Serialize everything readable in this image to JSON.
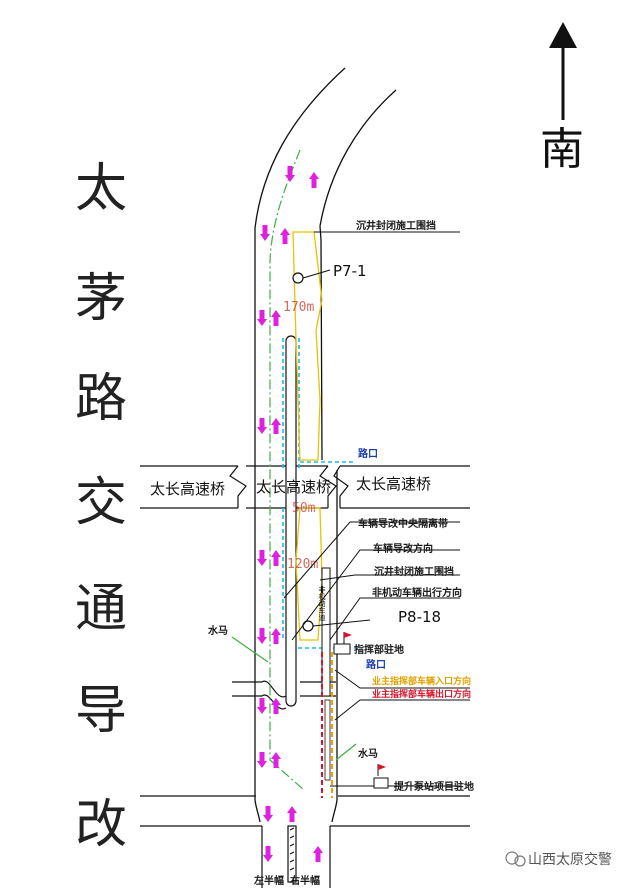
{
  "title": "太茅路交通导改",
  "direction": "南",
  "labels": {
    "shaft_fence_1": "沉井封闭施工围挡",
    "pier_1": "P7-1",
    "dist_170": "170m",
    "crossing_1": "路口",
    "bridge": "太长高速桥",
    "dist_50": "50m",
    "median": "车辆导改中央隔离带",
    "reroute_dir": "车辆导改方向",
    "shaft_fence_2": "沉井封闭施工围挡",
    "nonmotor": "非机动车辆出行方向",
    "dist_120": "120m",
    "pier_2": "P8-18",
    "water_horse_1": "水马",
    "command": "指挥部驻地",
    "crossing_2": "路口",
    "owner_entry": "业主指挥部车辆入口方向",
    "owner_exit": "业主指挥部车辆出口方向",
    "water_horse_2": "水马",
    "pump_station": "提升泵站项目驻地",
    "left_half": "左半幅",
    "right_half": "右半幅",
    "lane_text": "非机动车道",
    "watermark": "山西太原交警"
  },
  "colors": {
    "road": "#111111",
    "arrow": "#e020e0",
    "green": "#3cb043",
    "cyan": "#20b8e8",
    "yellow": "#e8c300",
    "orange": "#f0a000",
    "red": "#d9142c",
    "blue": "#1b3fb3"
  }
}
